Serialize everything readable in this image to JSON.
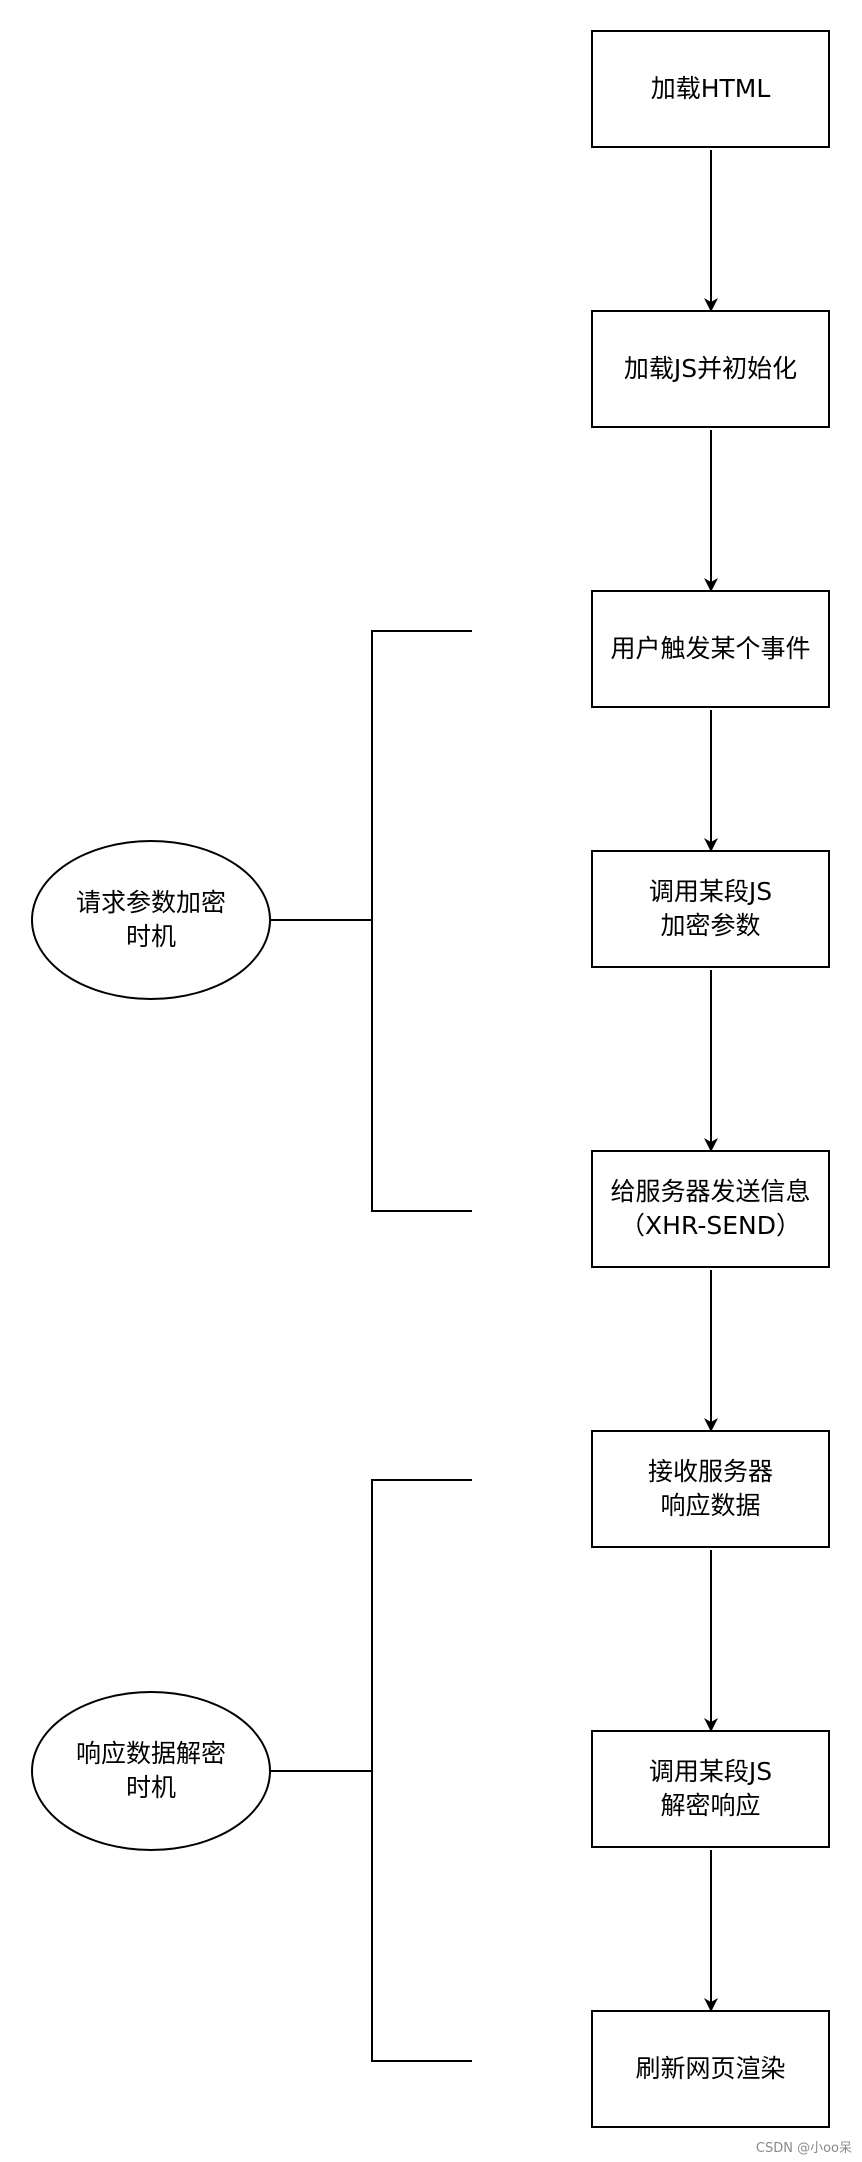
{
  "steps": [
    {
      "lines": [
        "加载HTML"
      ]
    },
    {
      "lines": [
        "加载JS并初始化"
      ]
    },
    {
      "lines": [
        "用户触发某个事件"
      ]
    },
    {
      "lines": [
        "调用某段JS",
        "加密参数"
      ]
    },
    {
      "lines": [
        "给服务器发送信息",
        "（XHR-SEND）"
      ]
    },
    {
      "lines": [
        "接收服务器",
        "响应数据"
      ]
    },
    {
      "lines": [
        "调用某段JS",
        "解密响应"
      ]
    },
    {
      "lines": [
        "刷新网页渲染"
      ]
    }
  ],
  "phases": [
    {
      "lines": [
        "请求参数加密",
        "时机"
      ]
    },
    {
      "lines": [
        "响应数据解密",
        "时机"
      ]
    }
  ],
  "watermark": "CSDN @小oo呆",
  "colors": {
    "stroke": "#000000",
    "background": "#ffffff"
  }
}
